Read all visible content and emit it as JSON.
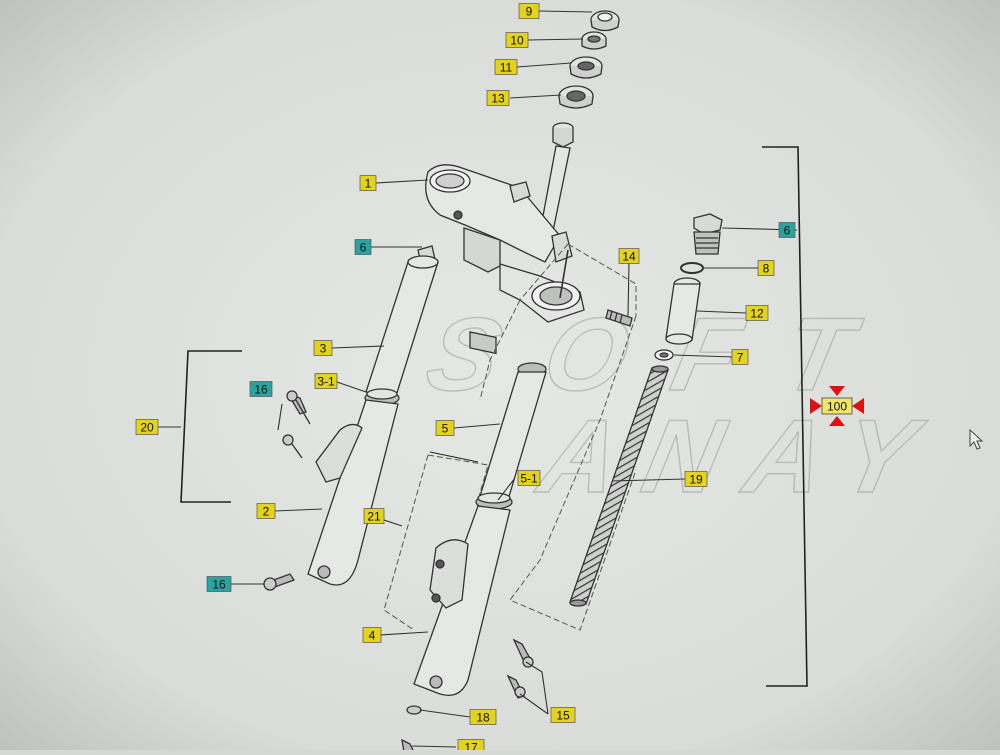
{
  "diagram": {
    "watermark": {
      "line1": "SOFT",
      "line2": "ANAY"
    },
    "assembly_label": "100",
    "colors": {
      "yellow": "#e3d31c",
      "teal": "#2aa4a0",
      "line": "#444444",
      "background": "#dcdedc",
      "marker": "#dd1111"
    },
    "callouts": [
      {
        "id": "9",
        "text": "9",
        "color": "yellow"
      },
      {
        "id": "10",
        "text": "10",
        "color": "yellow"
      },
      {
        "id": "11",
        "text": "11",
        "color": "yellow"
      },
      {
        "id": "13",
        "text": "13",
        "color": "yellow"
      },
      {
        "id": "1",
        "text": "1",
        "color": "yellow"
      },
      {
        "id": "6a",
        "text": "6",
        "color": "teal"
      },
      {
        "id": "6b",
        "text": "6",
        "color": "teal"
      },
      {
        "id": "8",
        "text": "8",
        "color": "yellow"
      },
      {
        "id": "14",
        "text": "14",
        "color": "yellow"
      },
      {
        "id": "12",
        "text": "12",
        "color": "yellow"
      },
      {
        "id": "3",
        "text": "3",
        "color": "yellow"
      },
      {
        "id": "7",
        "text": "7",
        "color": "yellow"
      },
      {
        "id": "3-1",
        "text": "3-1",
        "color": "yellow"
      },
      {
        "id": "16a",
        "text": "16",
        "color": "teal"
      },
      {
        "id": "20",
        "text": "20",
        "color": "yellow"
      },
      {
        "id": "5",
        "text": "5",
        "color": "yellow"
      },
      {
        "id": "5-1",
        "text": "5-1",
        "color": "yellow"
      },
      {
        "id": "19",
        "text": "19",
        "color": "yellow"
      },
      {
        "id": "2",
        "text": "2",
        "color": "yellow"
      },
      {
        "id": "21",
        "text": "21",
        "color": "yellow"
      },
      {
        "id": "16b",
        "text": "16",
        "color": "teal"
      },
      {
        "id": "4",
        "text": "4",
        "color": "yellow"
      },
      {
        "id": "15",
        "text": "15",
        "color": "yellow"
      },
      {
        "id": "18",
        "text": "18",
        "color": "yellow"
      },
      {
        "id": "17",
        "text": "17",
        "color": "yellow"
      }
    ]
  }
}
